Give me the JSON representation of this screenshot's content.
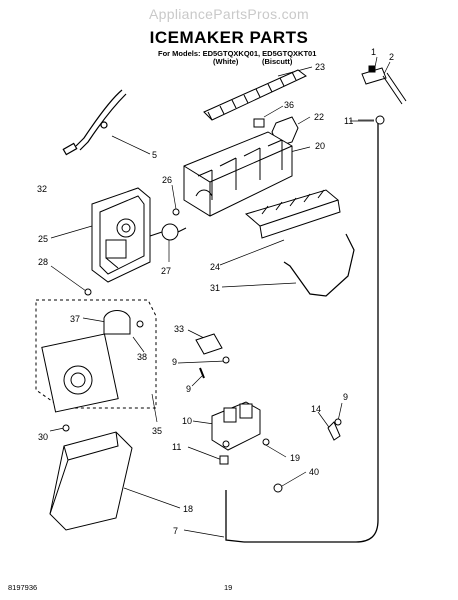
{
  "watermark": "AppliancePartsPros.com",
  "title": "ICEMAKER PARTS",
  "models_line": "For Models: ED5GTQXKQ01, ED5GTQXKT01",
  "variants": [
    "(White)",
    "(Biscutt)"
  ],
  "footer": {
    "doc_number": "8197936",
    "page_number": "19"
  },
  "callouts": [
    "1",
    "2",
    "23",
    "36",
    "22",
    "5",
    "20",
    "32",
    "26",
    "25",
    "27",
    "24",
    "28",
    "31",
    "37",
    "33",
    "38",
    "9",
    "9",
    "35",
    "30",
    "10",
    "14",
    "9",
    "11",
    "19",
    "40",
    "18",
    "7",
    "11"
  ]
}
